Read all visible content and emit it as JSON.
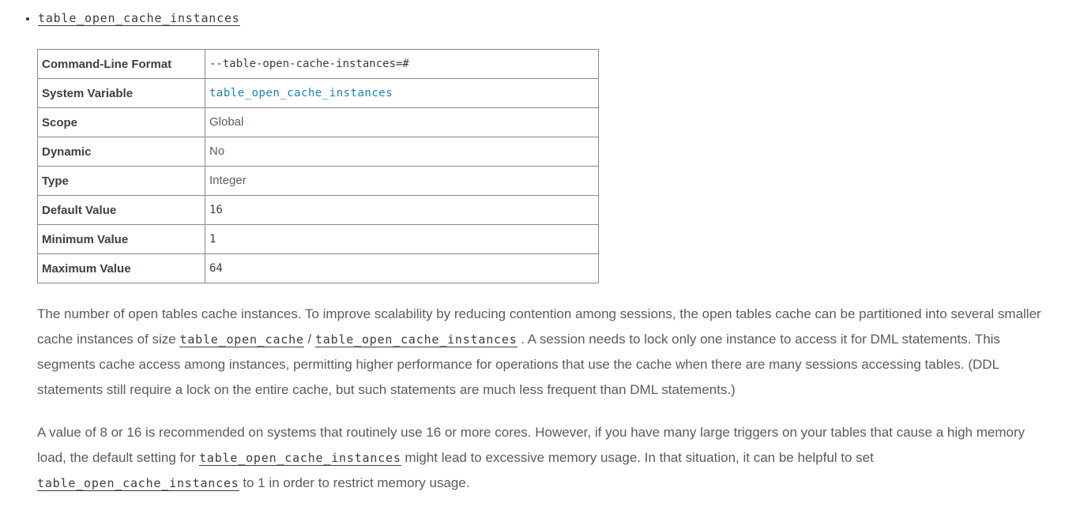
{
  "colors": {
    "body_text": "#575c61",
    "code_dark": "#383d42",
    "link_blue": "#1a84ad",
    "table_border": "#898989",
    "label_dark": "#3b4045",
    "background": "#ffffff"
  },
  "bullet_list": {
    "items": [
      {
        "label": "table_open_cache_instances"
      }
    ]
  },
  "table": {
    "rows": [
      {
        "label": "Command-Line Format",
        "value": "--table-open-cache-instances=#",
        "value_type": "code"
      },
      {
        "label": "System Variable",
        "value": "table_open_cache_instances",
        "value_type": "code-link"
      },
      {
        "label": "Scope",
        "value": "Global",
        "value_type": "text"
      },
      {
        "label": "Dynamic",
        "value": "No",
        "value_type": "text"
      },
      {
        "label": "Type",
        "value": "Integer",
        "value_type": "text"
      },
      {
        "label": "Default Value",
        "value": "16",
        "value_type": "code"
      },
      {
        "label": "Minimum Value",
        "value": "1",
        "value_type": "code"
      },
      {
        "label": "Maximum Value",
        "value": "64",
        "value_type": "code"
      }
    ]
  },
  "paragraphs": [
    {
      "segments": [
        {
          "type": "text",
          "text": "The number of open tables cache instances. To improve scalability by reducing contention among sessions, the open tables cache can be partitioned into several smaller cache instances of size "
        },
        {
          "type": "code-link",
          "text": "table_open_cache"
        },
        {
          "type": "text",
          "text": " / "
        },
        {
          "type": "code-link",
          "text": "table_open_cache_instances"
        },
        {
          "type": "text",
          "text": " . A session needs to lock only one instance to access it for DML statements. This segments cache access among instances, permitting higher performance for operations that use the cache when there are many sessions accessing tables. (DDL statements still require a lock on the entire cache, but such statements are much less frequent than DML statements.)"
        }
      ]
    },
    {
      "segments": [
        {
          "type": "text",
          "text": "A value of 8 or 16 is recommended on systems that routinely use 16 or more cores. However, if you have many large triggers on your tables that cause a high memory load, the default setting for "
        },
        {
          "type": "code-link",
          "text": "table_open_cache_instances"
        },
        {
          "type": "text",
          "text": " might lead to excessive memory usage. In that situation, it can be helpful to set "
        },
        {
          "type": "code-link",
          "text": "table_open_cache_instances"
        },
        {
          "type": "text",
          "text": " to 1 in order to restrict memory usage."
        }
      ]
    }
  ]
}
